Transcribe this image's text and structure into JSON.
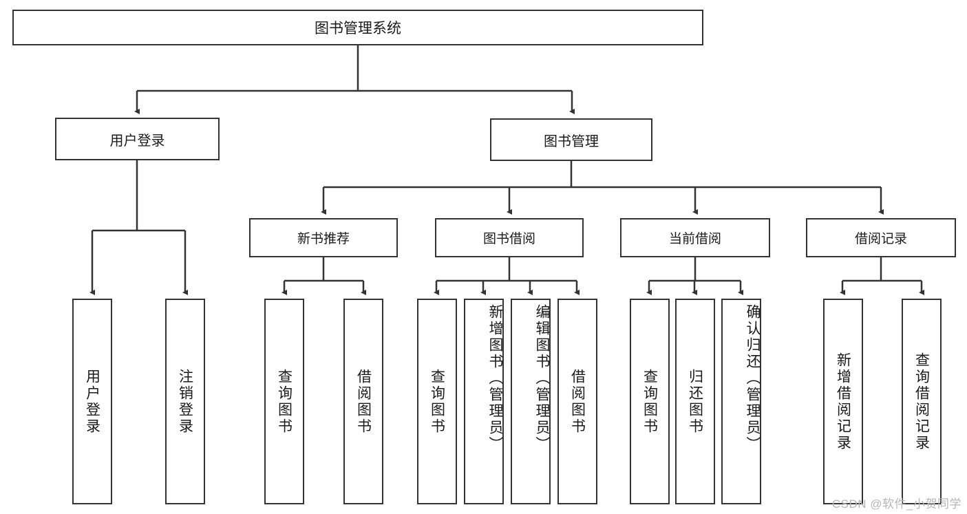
{
  "diagram": {
    "title": "图书管理系统",
    "watermark": "CSDN @软件_小贺同学",
    "line_color": "#333333",
    "box_border_color": "#333333",
    "box_fill_color": "#ffffff",
    "text_color": "#1a1a1a"
  },
  "nodes": {
    "root": {
      "label": "图书管理系统"
    },
    "level2": [
      {
        "label": "用户登录"
      },
      {
        "label": "图书管理"
      }
    ],
    "level3": [
      {
        "label": "新书推荐"
      },
      {
        "label": "图书借阅"
      },
      {
        "label": "当前借阅"
      },
      {
        "label": "借阅记录"
      }
    ],
    "leaves": {
      "user_login": [
        {
          "label": "用户登录"
        },
        {
          "label": "注销登录"
        }
      ],
      "new_book_recommend": [
        {
          "label": "查询图书"
        },
        {
          "label": "借阅图书"
        }
      ],
      "book_borrow": [
        {
          "label": "查询图书"
        },
        {
          "label": "新增图书（管理员）"
        },
        {
          "label": "编辑图书（管理员）"
        },
        {
          "label": "借阅图书"
        }
      ],
      "current_borrow": [
        {
          "label": "查询图书"
        },
        {
          "label": "归还图书"
        },
        {
          "label": "确认归还（管理员）"
        }
      ],
      "borrow_record": [
        {
          "label": "新增借阅记录"
        },
        {
          "label": "查询借阅记录"
        }
      ]
    }
  }
}
